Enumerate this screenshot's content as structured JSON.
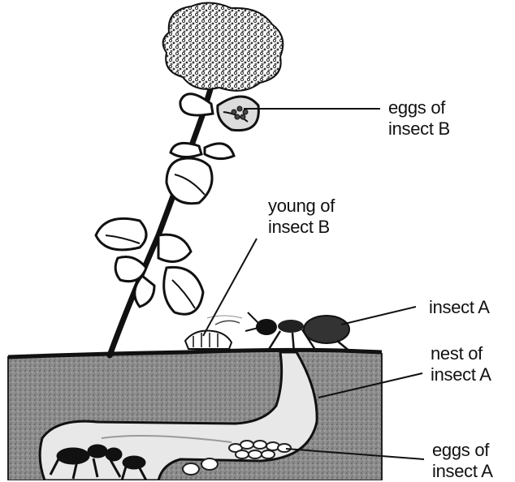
{
  "labels": {
    "eggs_b": [
      "eggs of",
      "insect B"
    ],
    "young_b": [
      "young of",
      "insect B"
    ],
    "insect_a": [
      "insect A"
    ],
    "nest_a": [
      "nest of",
      "insect A"
    ],
    "eggs_a": [
      "eggs of",
      "insect A"
    ]
  },
  "colors": {
    "ink": "#111111",
    "soil": "#8a8a8a",
    "soil_dark": "#5e5e5e",
    "tunnel": "#e9e9e9",
    "leaf": "#ffffff"
  }
}
